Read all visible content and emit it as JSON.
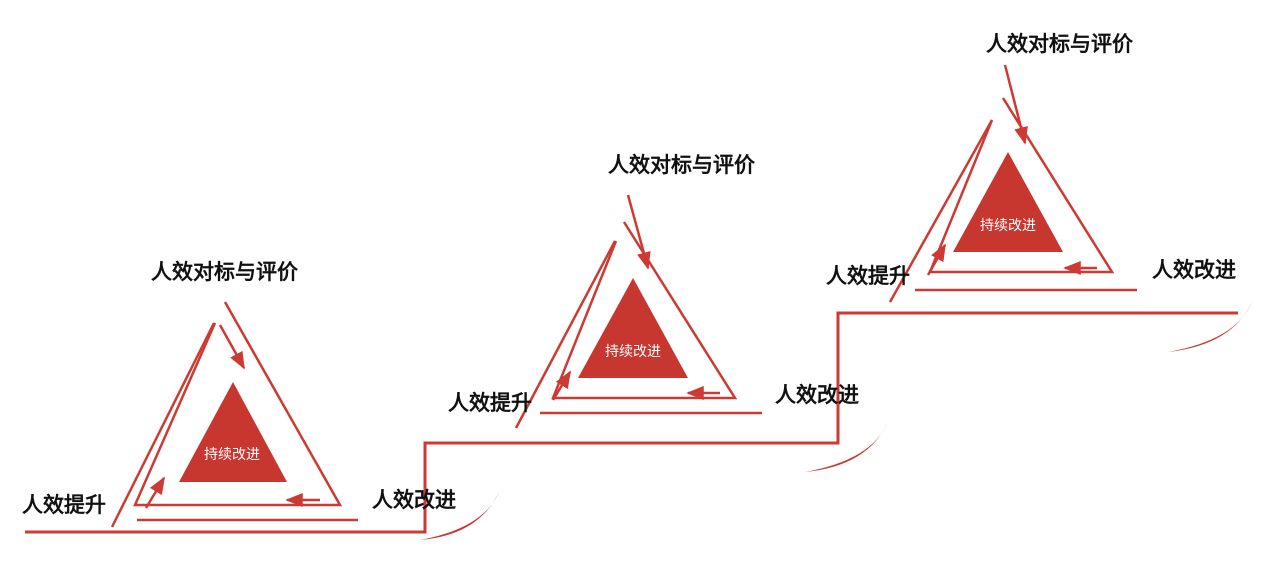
{
  "colors": {
    "accent": "#c7362f",
    "line": "#cc3a33",
    "text": "#111111",
    "inner_text": "#ffffff"
  },
  "cycles": [
    {
      "top_label": "人效对标与评价",
      "right_label": "人效改进",
      "left_label": "人效提升",
      "center_label": "持续改进"
    },
    {
      "top_label": "人效对标与评价",
      "right_label": "人效改进",
      "left_label": "人效提升",
      "center_label": "持续改进"
    },
    {
      "top_label": "人效对标与评价",
      "right_label": "人效改进",
      "left_label": "人效提升",
      "center_label": "持续改进"
    }
  ]
}
